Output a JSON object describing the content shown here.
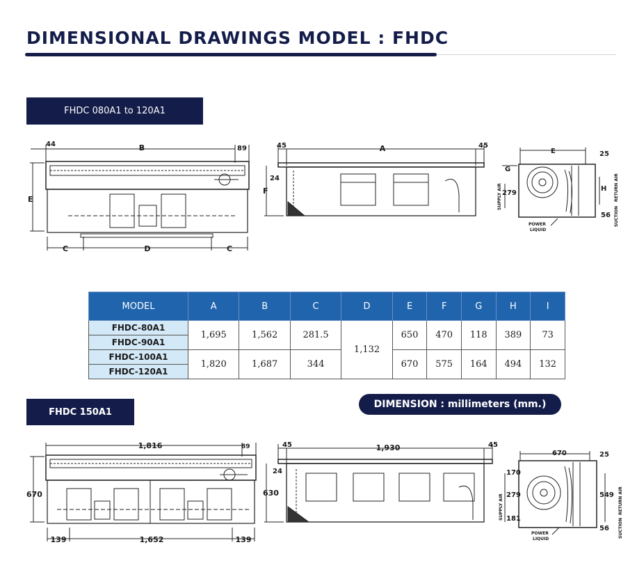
{
  "title": "DIMENSIONAL DRAWINGS MODEL : FHDC",
  "section1": {
    "tag": "FHDC 080A1 to 120A1",
    "front": {
      "top_left": "44",
      "top_mid": "B",
      "top_right": "89",
      "left": "E",
      "bot_left": "C",
      "bot_mid": "D",
      "bot_right": "C"
    },
    "side": {
      "top_left": "45",
      "top_mid": "A",
      "top_right": "45",
      "left1": "24",
      "left2": "F"
    },
    "end": {
      "top_mid": "E",
      "top_right": "25",
      "g": "G",
      "dim279": "279",
      "h": "H",
      "dim56": "56",
      "supply": "SUPPLY AIR",
      "return": "RETURN AIR",
      "suction": "SUCTION",
      "power": "POWER",
      "liquid": "LIQUID"
    }
  },
  "table": {
    "headers": [
      "MODEL",
      "A",
      "B",
      "C",
      "D",
      "E",
      "F",
      "G",
      "H",
      "I"
    ],
    "models": [
      "FHDC-80A1",
      "FHDC-90A1",
      "FHDC-100A1",
      "FHDC-120A1"
    ],
    "group1": [
      "1,695",
      "1,562",
      "281.5",
      "650",
      "470",
      "118",
      "389",
      "73"
    ],
    "group2": [
      "1,820",
      "1,687",
      "344",
      "670",
      "575",
      "164",
      "494",
      "132"
    ],
    "d_value": "1,132"
  },
  "section2": {
    "tag": "FHDC 150A1",
    "dimension_note": "DIMENSION : millimeters (mm.)",
    "front": {
      "top_mid": "1,816",
      "top_right": "89",
      "left": "670",
      "bot_left": "139",
      "bot_mid": "1,652",
      "bot_right": "139"
    },
    "side": {
      "top_left": "45",
      "top_mid": "1,930",
      "top_right": "45",
      "left1": "24",
      "left2": "630"
    },
    "end": {
      "top_mid": "670",
      "top_right": "25",
      "dim170": "170",
      "dim279": "279",
      "dim181": "181",
      "dim549": "549",
      "dim56": "56",
      "supply": "SUPPLY AIR",
      "return": "RETURN AIR",
      "suction": "SUCTION",
      "power": "POWER",
      "liquid": "LIQUID"
    }
  }
}
